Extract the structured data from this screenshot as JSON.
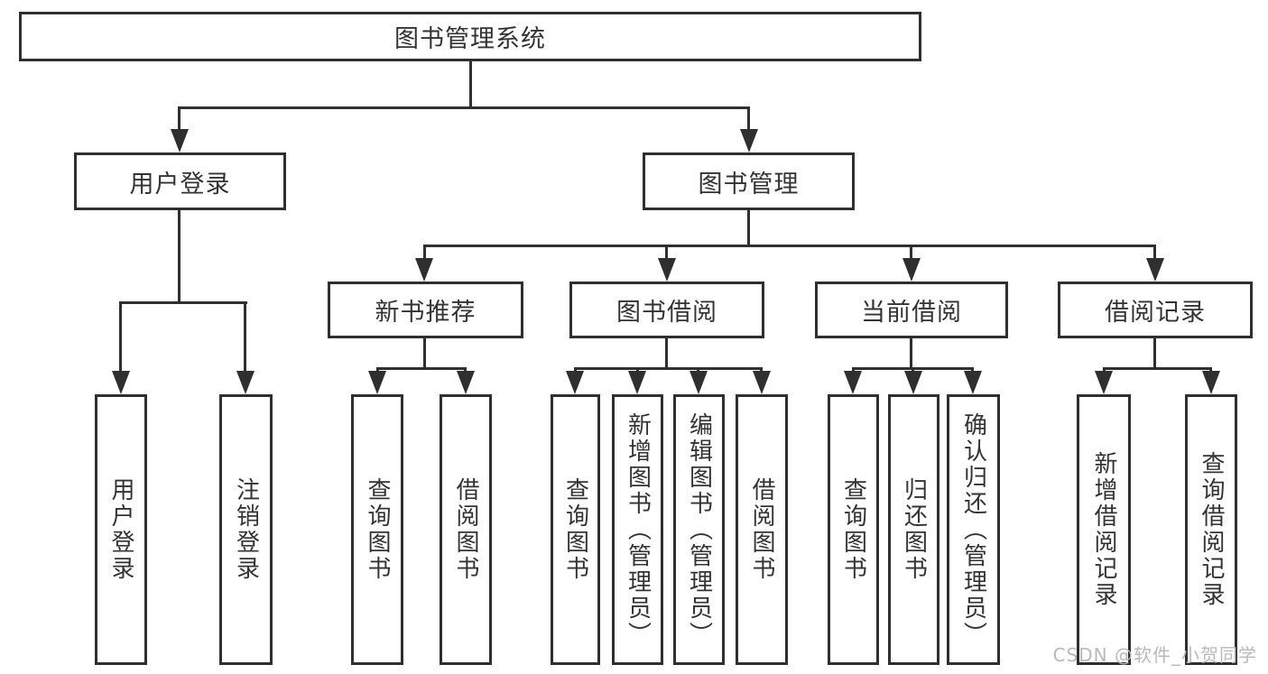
{
  "tree": {
    "label": "图书管理系统",
    "children": [
      {
        "label": "用户登录",
        "children": [
          {
            "label": "用户登录"
          },
          {
            "label": "注销登录"
          }
        ]
      },
      {
        "label": "图书管理",
        "children": [
          {
            "label": "新书推荐",
            "children": [
              {
                "label": "查询图书"
              },
              {
                "label": "借阅图书"
              }
            ]
          },
          {
            "label": "图书借阅",
            "children": [
              {
                "label": "查询图书"
              },
              {
                "label": "新增图书（管理员）"
              },
              {
                "label": "编辑图书（管理员）"
              },
              {
                "label": "借阅图书"
              }
            ]
          },
          {
            "label": "当前借阅",
            "children": [
              {
                "label": "查询图书"
              },
              {
                "label": "归还图书"
              },
              {
                "label": "确认归还（管理员）"
              }
            ]
          },
          {
            "label": "借阅记录",
            "children": [
              {
                "label": "新增借阅记录"
              },
              {
                "label": "查询借阅记录"
              }
            ]
          }
        ]
      }
    ]
  },
  "watermark": {
    "text": "CSDN @软件_小贺同学",
    "color": "#b9b9b9"
  },
  "colors": {
    "line": "#2f2f2f",
    "text": "#333333",
    "background": "#ffffff"
  }
}
